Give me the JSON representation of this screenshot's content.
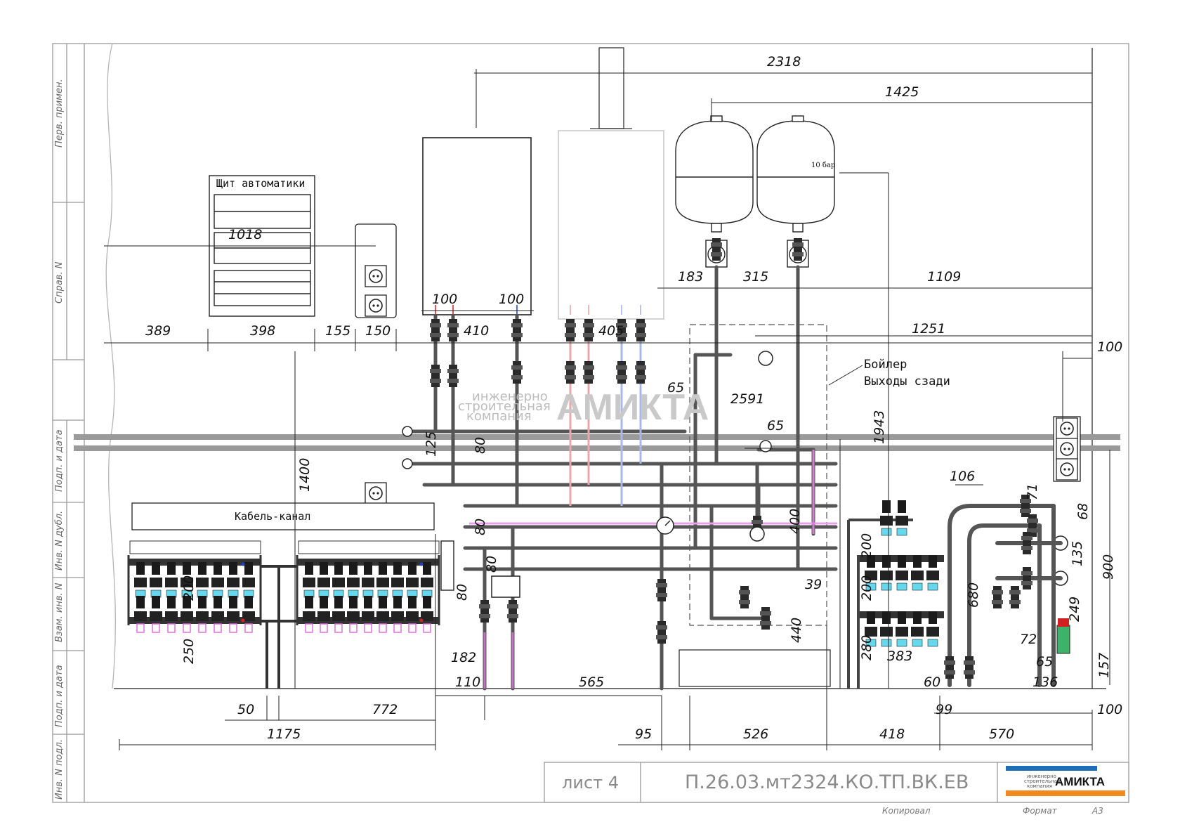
{
  "frame": {
    "side_labels": [
      "Перв. примен.",
      "Справ. N",
      "Подп. и дата",
      "Инв. N дубл.",
      "Взам. инв. N",
      "Подп. и дата",
      "Инв. N подл."
    ]
  },
  "labels": {
    "panel": "Щит автоматики",
    "cable_channel": "Кабель-канал",
    "boiler_line1": "Бойлер",
    "boiler_line2": "Выходы сзади",
    "tank_pressure": "10 бар"
  },
  "watermark": {
    "line1": "инженерно",
    "line2": "строительная",
    "line3": "компания",
    "brand": "АМИКТА"
  },
  "dimensions": {
    "d2318": "2318",
    "d1425": "1425",
    "d1018": "1018",
    "d183": "183",
    "d315": "315",
    "d1109": "1109",
    "d389": "389",
    "d398": "398",
    "d155": "155",
    "d150": "150",
    "d100a": "100",
    "d100b": "100",
    "d410": "410",
    "d405": "405",
    "d1251": "1251",
    "d100c": "100",
    "d65a": "65",
    "d2591": "2591",
    "d125": "125",
    "d80a": "80",
    "d65b": "65",
    "d1943": "1943",
    "d1400": "1400",
    "d106": "106",
    "d71": "71",
    "d68": "68",
    "d135": "135",
    "d900": "900",
    "d80b": "80",
    "d80c": "80",
    "d80d": "80",
    "d200a": "200",
    "d400": "400",
    "d200b": "200",
    "d200c": "200",
    "d39": "39",
    "d680": "680",
    "d249": "249",
    "d440": "440",
    "d250": "250",
    "d182": "182",
    "d280": "280",
    "d383": "383",
    "d72": "72",
    "d65c": "65",
    "d157": "157",
    "d110": "110",
    "d565": "565",
    "d60": "60",
    "d136": "136",
    "d50": "50",
    "d772": "772",
    "d99": "99",
    "d100d": "100",
    "d1175": "1175",
    "d95": "95",
    "d526": "526",
    "d418": "418",
    "d570": "570"
  },
  "title_block": {
    "sheet": "лист 4",
    "code": "П.26.03.мт2324.КО.ТП.ВК.ЕВ",
    "logo_brand": "АМИКТА",
    "logo_sub1": "инженерно",
    "logo_sub2": "строительная",
    "logo_sub3": "компания",
    "copied": "Копировал",
    "format_label": "Формат",
    "format_value": "А3"
  },
  "colors": {
    "line": "#1a1a1a",
    "pipe": "#555555",
    "wall": "#9a9a9a",
    "supply": "#d02020",
    "return": "#2040c0",
    "cyan": "#66d8ee",
    "magenta": "#dd66dd",
    "logo_orange": "#f08a1c",
    "logo_blue": "#1f6fb8"
  }
}
